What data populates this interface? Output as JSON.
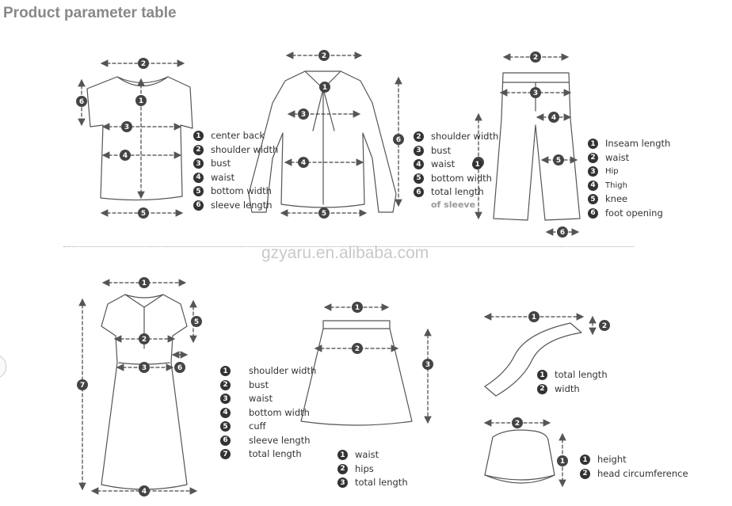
{
  "page": {
    "title": "Product parameter table",
    "watermark": "gzyaru.en.alibaba.com"
  },
  "tshirt": {
    "legend": [
      {
        "num": "1",
        "label": "center back"
      },
      {
        "num": "2",
        "label": "shoulder width"
      },
      {
        "num": "3",
        "label": "bust"
      },
      {
        "num": "4",
        "label": "waist"
      },
      {
        "num": "5",
        "label": "bottom width"
      },
      {
        "num": "6",
        "label": "sleeve length"
      }
    ]
  },
  "blouse": {
    "legend": [
      {
        "num": "2",
        "label": "shoulder width"
      },
      {
        "num": "3",
        "label": "bust"
      },
      {
        "num": "4",
        "label": "waist"
      },
      {
        "num": "5",
        "label": "bottom width"
      },
      {
        "num": "6",
        "label": "total length"
      }
    ],
    "legend_extra_num": "1",
    "sub_note": "of sleeve"
  },
  "pants": {
    "legend": [
      {
        "num": "1",
        "label": "Inseam length"
      },
      {
        "num": "2",
        "label": "waist"
      },
      {
        "num": "3",
        "label": "Hip"
      },
      {
        "num": "4",
        "label": "Thigh"
      },
      {
        "num": "5",
        "label": "knee"
      },
      {
        "num": "6",
        "label": "foot opening"
      }
    ]
  },
  "dress": {
    "legend": [
      {
        "num": "1",
        "label": "shoulder width"
      },
      {
        "num": "2",
        "label": "bust"
      },
      {
        "num": "3",
        "label": "waist"
      },
      {
        "num": "4",
        "label": "bottom width"
      },
      {
        "num": "5",
        "label": "cuff"
      },
      {
        "num": "6",
        "label": "sleeve length"
      },
      {
        "num": "7",
        "label": "total length"
      }
    ]
  },
  "skirt": {
    "legend": [
      {
        "num": "1",
        "label": "waist"
      },
      {
        "num": "2",
        "label": "hips"
      },
      {
        "num": "3",
        "label": "total length"
      }
    ]
  },
  "scarf": {
    "legend": [
      {
        "num": "1",
        "label": "total length"
      },
      {
        "num": "2",
        "label": "width"
      }
    ]
  },
  "hat": {
    "legend": [
      {
        "num": "1",
        "label": "height"
      },
      {
        "num": "2",
        "label": "head circumference"
      }
    ]
  }
}
